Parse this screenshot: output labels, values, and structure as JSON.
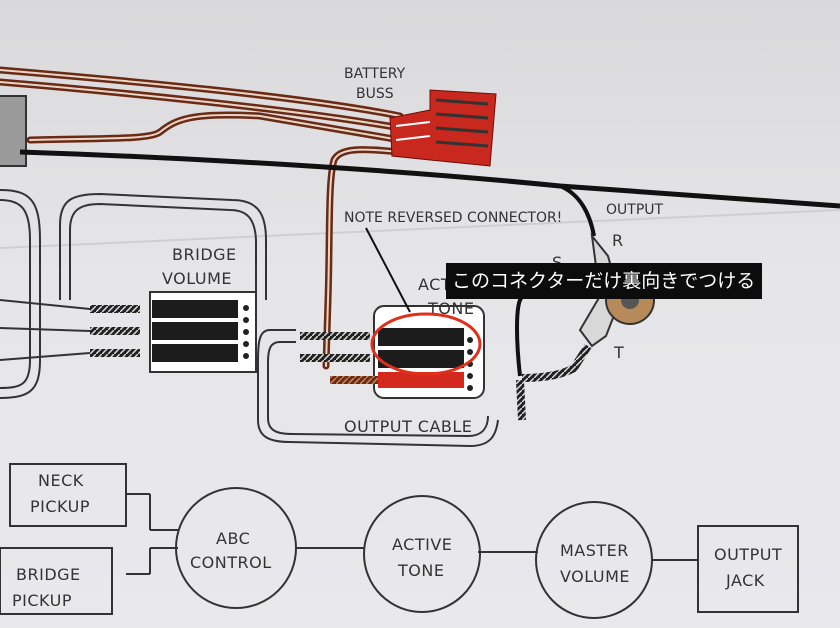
{
  "labels": {
    "battery_buss": [
      "BATTERY",
      "BUSS"
    ],
    "output": "OUTPUT",
    "r": "R",
    "s": "S",
    "t": "T",
    "note": "NOTE REVERSED CONNECTOR!",
    "bridge_volume": [
      "BRIDGE",
      "VOLUME"
    ],
    "active_tone": [
      "ACT",
      "TONE"
    ],
    "output_cable": "OUTPUT CABLE"
  },
  "caption": "このコネクターだけ裏向きでつける",
  "signal_chain": {
    "neck_pickup": [
      "NECK",
      "PICKUP"
    ],
    "bridge_pickup": [
      "BRIDGE",
      "PICKUP"
    ],
    "abc_control": [
      "ABC",
      "CONTROL"
    ],
    "active_tone": [
      "ACTIVE",
      "TONE"
    ],
    "master_volume": [
      "MASTER",
      "VOLUME"
    ],
    "output_jack": [
      "OUTPUT",
      "JACK"
    ]
  },
  "colors": {
    "paper": "#e6e6e9",
    "ink": "#333333",
    "wire_red": "#8a3a1e",
    "connector_red": "#c8281e",
    "highlight": "#e0301c",
    "caption_bg": "#0c0c0c"
  }
}
